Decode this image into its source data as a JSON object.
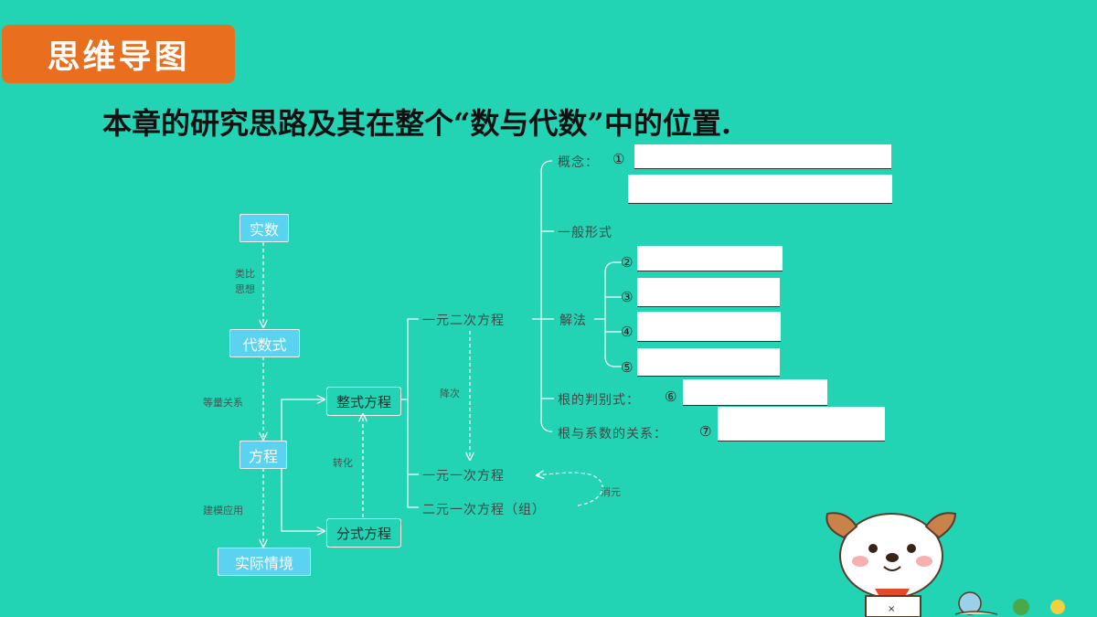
{
  "badge": "思维导图",
  "heading": "本章的研究思路及其在整个“数与代数”中的位置.",
  "left_chain": {
    "real": "实数",
    "algebraic": "代数式",
    "equation": "方程",
    "real_context": "实际情境",
    "edge1": "类比\n思想",
    "edge2": "等量关系",
    "edge3": "建模应用"
  },
  "middle": {
    "integral": "整式方程",
    "fractional": "分式方程",
    "transform": "转化"
  },
  "equations": {
    "quadratic": "一元二次方程",
    "linear": "一元一次方程",
    "system": "二元一次方程（组）",
    "reduce_degree": "降次",
    "eliminate": "消元"
  },
  "branches": {
    "concept": "概念：",
    "general_form": "一般形式",
    "solution": "解法",
    "discriminant": "根的判别式：",
    "vieta": "根与系数的关系："
  },
  "markers": [
    "①",
    "②",
    "③",
    "④",
    "⑤",
    "⑥",
    "⑦"
  ]
}
